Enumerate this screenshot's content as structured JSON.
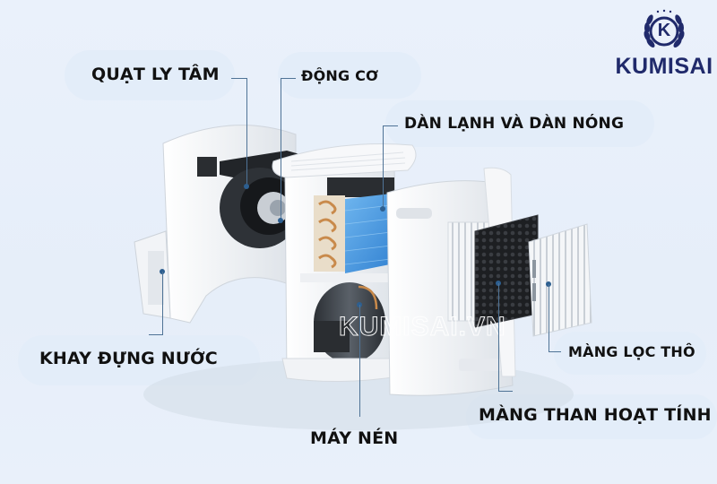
{
  "brand": {
    "name": "KUMISAI",
    "emblem_letter": "K",
    "watermark": "KUMISAI.VN",
    "color": "#202a6b"
  },
  "labels": {
    "centrifugal_fan": "QUẠT LY TÂM",
    "motor": "ĐỘNG CƠ",
    "coils": "DÀN LẠNH VÀ DÀN NÓNG",
    "water_tank": "KHAY ĐỰNG NƯỚC",
    "pre_filter": "MÀNG LỌC THÔ",
    "carbon_filter": "MÀNG THAN HOẠT TÍNH",
    "compressor": "MÁY NÉN"
  },
  "colors": {
    "background": "#e8f0fa",
    "leader_line": "#4f7396",
    "label_text": "#111111"
  }
}
